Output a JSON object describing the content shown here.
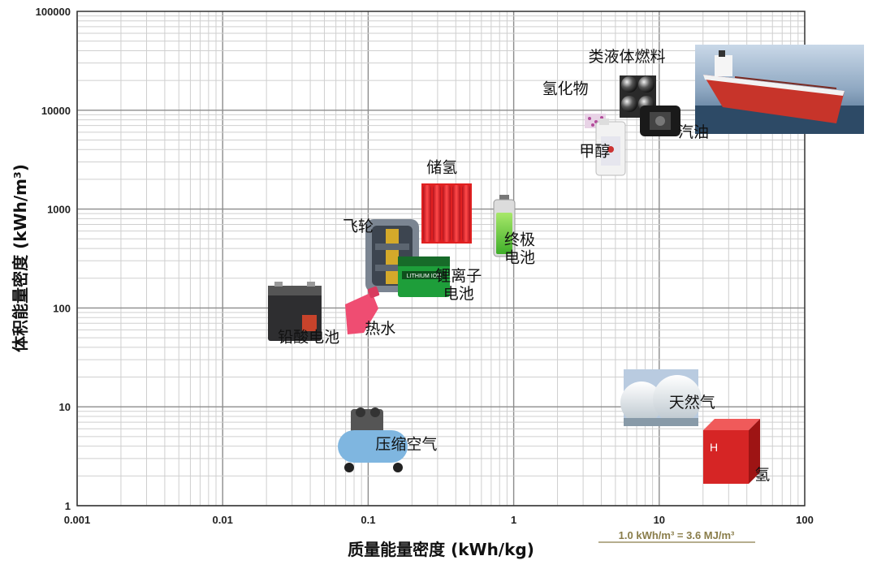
{
  "chart_data": {
    "type": "scatter",
    "xlabel": "质量能量密度 (kWh/kg)",
    "ylabel": "体积能量密度 (kWh/m³)",
    "x_scale": "log",
    "y_scale": "log",
    "xlim": [
      0.001,
      100
    ],
    "ylim": [
      1,
      100000
    ],
    "x_ticks": [
      "0.001",
      "0.01",
      "0.1",
      "1",
      "10",
      "100"
    ],
    "y_ticks": [
      "1",
      "10",
      "100",
      "1000",
      "10000",
      "100000"
    ],
    "grid": true,
    "annotation": "1.0 kWh/m³ = 3.6 MJ/m³",
    "points": [
      {
        "label": "类液体燃料",
        "x": 6,
        "y": 14000,
        "icon": "fuel-pellets-icon"
      },
      {
        "label": "氢化物",
        "x": 3.5,
        "y": 9000,
        "icon": "hydride-icon"
      },
      {
        "label": "甲醇",
        "x": 5.5,
        "y": 4000,
        "icon": "methanol-canister-icon"
      },
      {
        "label": "汽油",
        "x": 12,
        "y": 10000,
        "icon": "fuel-tanker-ship-icon"
      },
      {
        "label": "储氢",
        "x": 0.4,
        "y": 1000,
        "icon": "gas-cylinders-icon"
      },
      {
        "label": "终极电池",
        "x": 0.85,
        "y": 700,
        "icon": "battery-icon"
      },
      {
        "label": "飞轮",
        "x": 0.15,
        "y": 350,
        "icon": "flywheel-icon"
      },
      {
        "label": "锂离子电池",
        "x": 0.25,
        "y": 250,
        "icon": "lithium-ion-battery-icon"
      },
      {
        "label": "热水",
        "x": 0.09,
        "y": 80,
        "icon": "hot-water-bottle-icon"
      },
      {
        "label": "铅酸电池",
        "x": 0.033,
        "y": 100,
        "icon": "lead-acid-battery-icon"
      },
      {
        "label": "天然气",
        "x": 13,
        "y": 10,
        "icon": "gas-storage-spheres-icon"
      },
      {
        "label": "氢",
        "x": 33,
        "y": 3,
        "icon": "hydrogen-cube-icon"
      },
      {
        "label": "压缩空气",
        "x": 0.1,
        "y": 4,
        "icon": "air-compressor-icon"
      }
    ]
  }
}
